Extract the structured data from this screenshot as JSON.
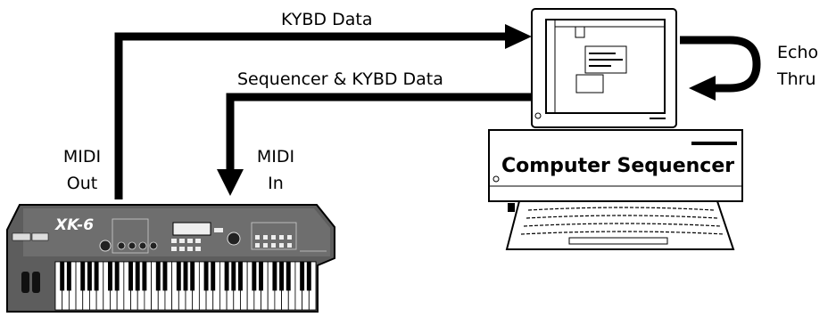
{
  "labels": {
    "kybd_data": "KYBD Data",
    "sequencer_kybd_data": "Sequencer & KYBD Data",
    "echo": "Echo",
    "thru": "Thru",
    "midi_out_1": "MIDI",
    "midi_out_2": "Out",
    "midi_in_1": "MIDI",
    "midi_in_2": "In",
    "computer_sequencer": "Computer Sequencer"
  },
  "keyboard": {
    "logo": "XK-6"
  }
}
